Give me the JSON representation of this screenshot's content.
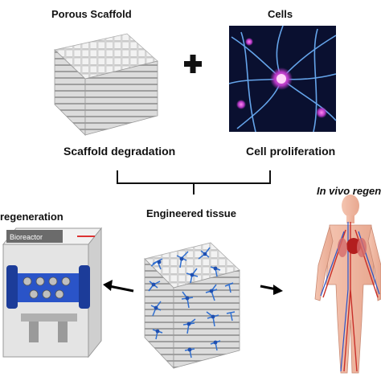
{
  "labels": {
    "porous_scaffold": "Porous Scaffold",
    "cells": "Cells",
    "scaffold_degradation": "Scaffold degradation",
    "cell_proliferation": "Cell proliferation",
    "engineered_tissue": "Engineered tissue",
    "in_vitro_regeneration": "regeneration",
    "in_vivo_regeneration": "In vivo regen",
    "bioreactor": "Bioreactor"
  },
  "colors": {
    "scaffold": "#e9e9e9",
    "scaffold_shadow": "#bdbdbd",
    "cells_bg": "#0a1030",
    "neuron": "#6fb5ff",
    "neuron_core": "#e25bd8",
    "tissue_fiber": "#2f6fd1",
    "bioreactor_blue": "#2a54c8",
    "arrow": "#000000",
    "body_vessel_red": "#c8302a"
  }
}
